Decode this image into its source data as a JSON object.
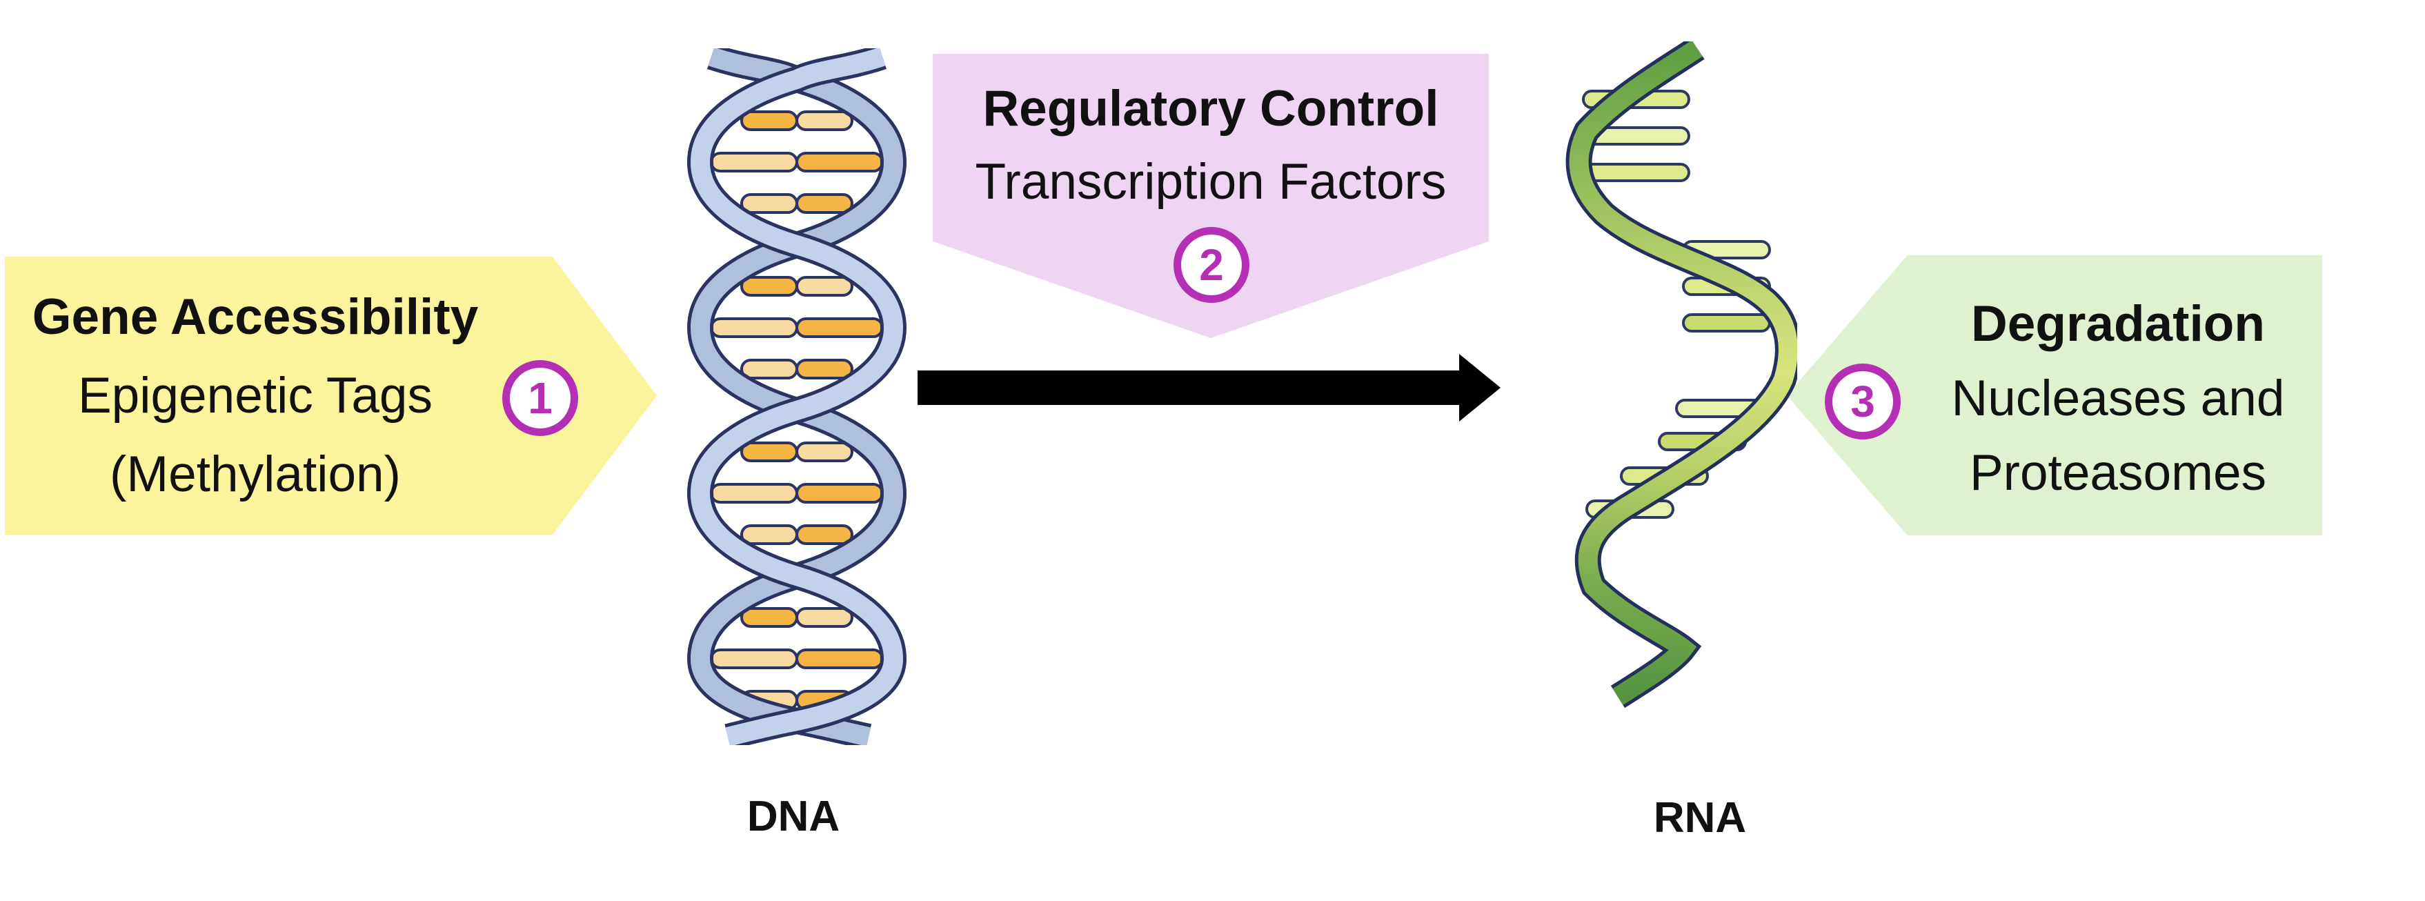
{
  "figure": {
    "type": "biology-diagram",
    "subject": "Points of gene-expression regulation between DNA and RNA",
    "background": "#ffffff"
  },
  "molecules": {
    "dna_label": "DNA",
    "rna_label": "RNA"
  },
  "process_arrow": {
    "meaning": "transcription from DNA to RNA",
    "direction": "right",
    "color": "#000000"
  },
  "callouts": {
    "gene_accessibility": {
      "step": "1",
      "title": "Gene Accessibility",
      "lines": [
        "Epigenetic Tags",
        "(Methylation)"
      ],
      "fill": "#faf59c",
      "points_at": "DNA"
    },
    "regulatory_control": {
      "step": "2",
      "title": "Regulatory Control",
      "lines": [
        "Transcription Factors"
      ],
      "fill": "#eed5f2",
      "points_at": "transcription arrow"
    },
    "degradation": {
      "step": "3",
      "title": "Degradation",
      "lines": [
        "Nucleases and",
        "Proteasomes"
      ],
      "fill": "#e0f1d0",
      "points_at": "RNA"
    }
  },
  "colors": {
    "badge_accent": "#b52fb5",
    "dna_strand_front": "#c3d2ec",
    "dna_strand_back": "#afc0de",
    "dna_outline": "#2a3361",
    "dna_rung_dark": "#f5b544",
    "dna_rung_light": "#f8d9a2",
    "rna_green_dark": "#5f9e43",
    "rna_green_light": "#d8e47e",
    "rna_bar": "#dde98a",
    "arrow_black": "#000000",
    "text": "#111111"
  }
}
